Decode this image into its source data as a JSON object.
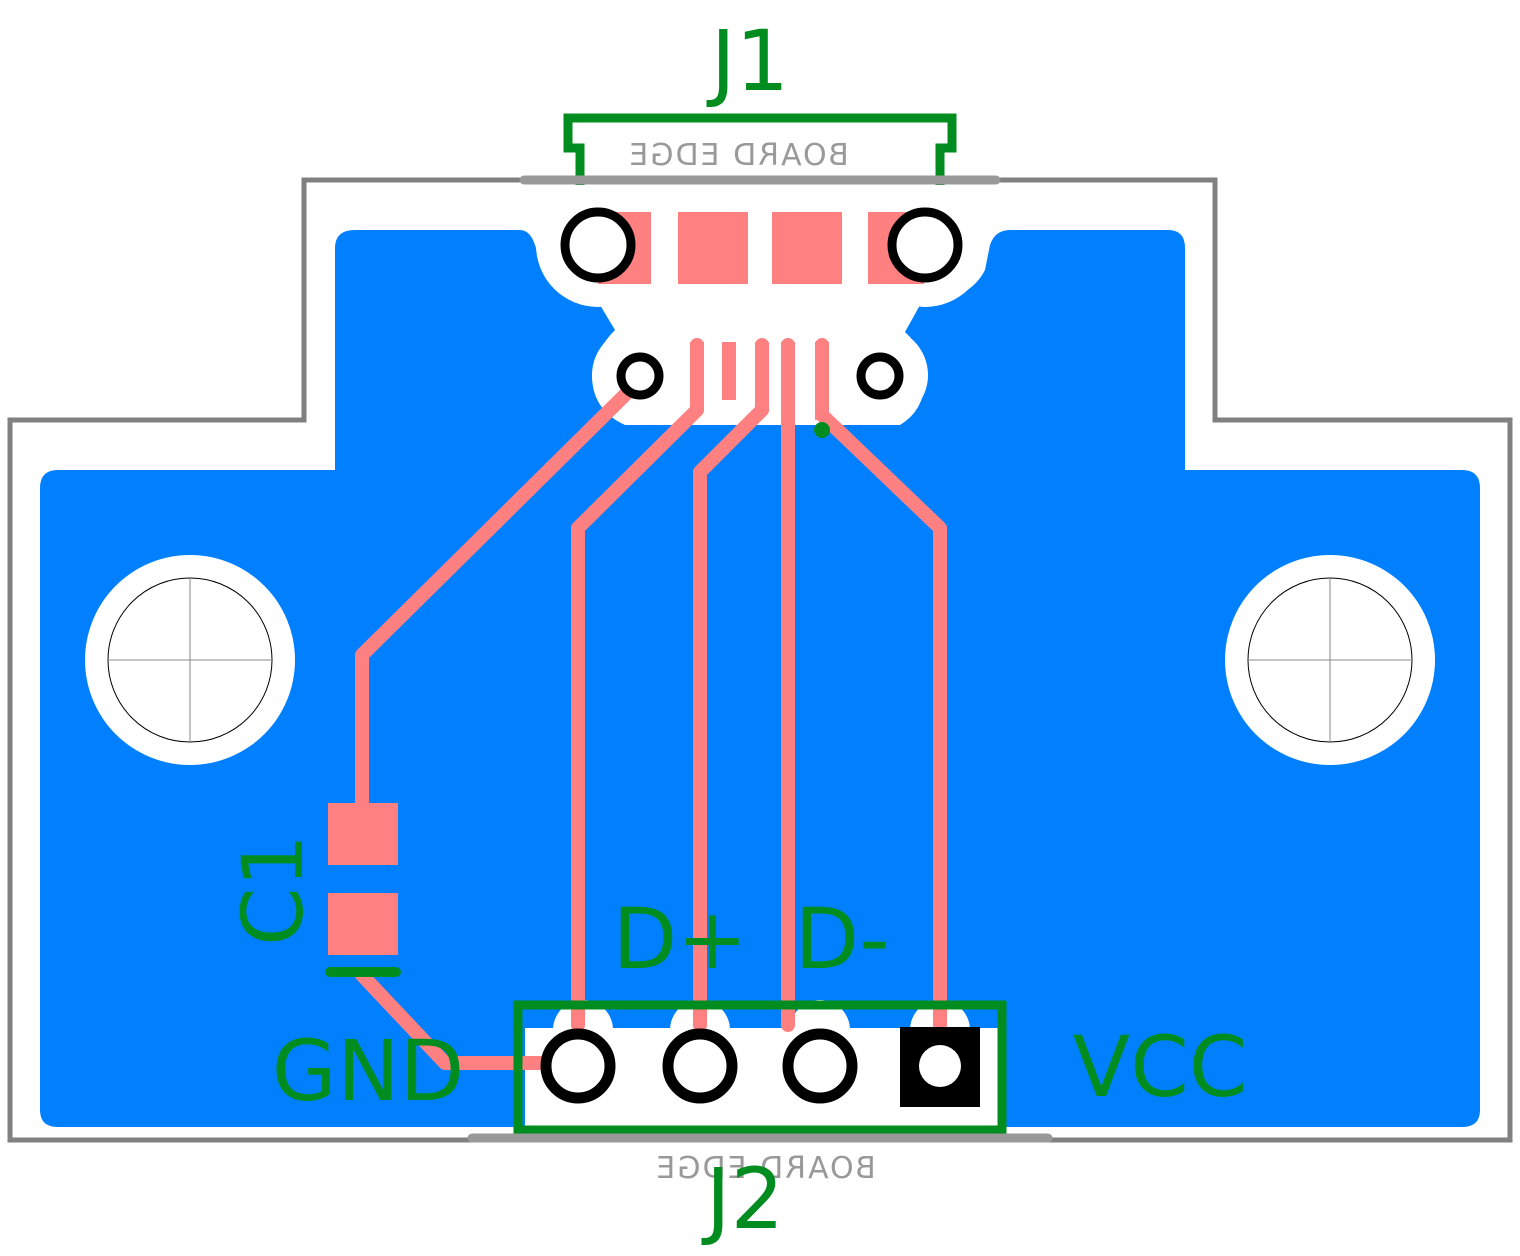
{
  "designators": {
    "j1": "J1",
    "j2": "J2",
    "c1": "C1"
  },
  "net_labels": {
    "gnd": "GND",
    "vcc": "VCC",
    "d_plus": "D+",
    "d_minus": "D-"
  },
  "board_edge_markers": {
    "top": "BOARD EDGE",
    "bottom": "BOARD EDGE"
  },
  "colors": {
    "copper_pour": "#0080ff",
    "trace": "#ff8080",
    "silkscreen": "#008c1e",
    "board_outline": "#808080",
    "pad_ring": "#000000"
  }
}
